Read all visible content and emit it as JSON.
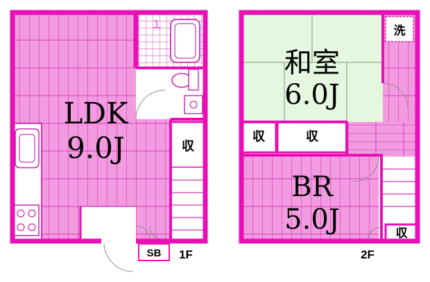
{
  "floor_1": {
    "label": "1F",
    "ldk_name": "LDK",
    "ldk_size": "9.0J",
    "storage_label": "収",
    "shoe_box_label": "SB"
  },
  "floor_2": {
    "label": "2F",
    "washitsu_name": "和室",
    "washitsu_size": "6.0J",
    "br_name": "BR",
    "br_size": "5.0J",
    "storage_left_label": "収",
    "storage_center_label": "収",
    "storage_right_label": "収",
    "washer_label": "洗"
  },
  "colors": {
    "wall": "#e80fb4",
    "floor_wood": "#f29be0",
    "tatami": "#e6f7e0",
    "storage_fill": "#ffffff"
  }
}
